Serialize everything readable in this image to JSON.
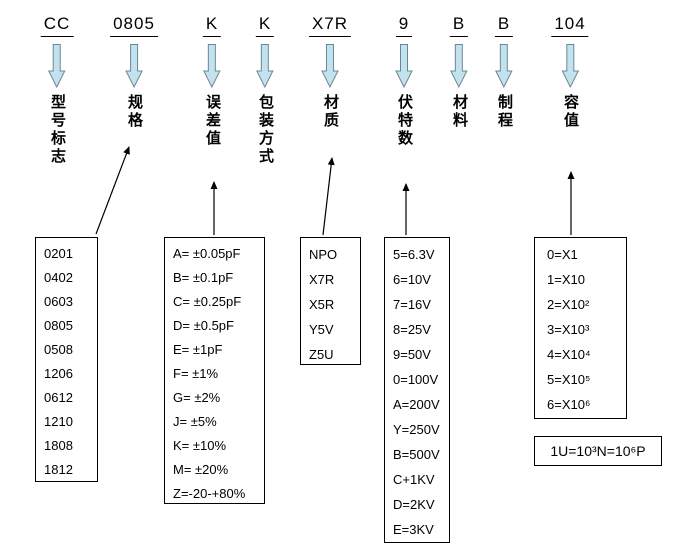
{
  "colors": {
    "block_arrow_fill": "#c2e3ee",
    "block_arrow_stroke": "#6b8794",
    "connector_color": "#000000"
  },
  "columns": [
    {
      "code": "CC",
      "label": "型号标志"
    },
    {
      "code": "0805",
      "label": "规格"
    },
    {
      "code": "K",
      "label": "误差值"
    },
    {
      "code": "K",
      "label": "包装方式"
    },
    {
      "code": "X7R",
      "label": "材质"
    },
    {
      "code": "9",
      "label": "伏特数"
    },
    {
      "code": "B",
      "label": "材料"
    },
    {
      "code": "B",
      "label": "制程"
    },
    {
      "code": "104",
      "label": "容值"
    }
  ],
  "boxes": {
    "sizes": [
      "0201",
      "0402",
      "0603",
      "0805",
      "0508",
      "1206",
      "0612",
      "1210",
      "1808",
      "1812"
    ],
    "tolerances": [
      "A= ±0.05pF",
      "B= ±0.1pF",
      "C= ±0.25pF",
      "D= ±0.5pF",
      "E= ±1pF",
      "F= ±1%",
      "G= ±2%",
      "J= ±5%",
      "K= ±10%",
      "M= ±20%",
      "Z=-20-+80%"
    ],
    "materials": [
      "NPO",
      "X7R",
      "X5R",
      "Y5V",
      "Z5U"
    ],
    "voltages": [
      "5=6.3V",
      "6=10V",
      "7=16V",
      "8=25V",
      "9=50V",
      "0=100V",
      "A=200V",
      "Y=250V",
      "B=500V",
      "C+1KV",
      "D=2KV",
      "E=3KV"
    ],
    "multipliers": [
      "0=X1",
      "1=X10",
      "2=X10²",
      "3=X10³",
      "4=X10⁴",
      "5=X10⁵",
      "6=X10⁶"
    ],
    "note": "1U=10³N=10⁶P"
  }
}
